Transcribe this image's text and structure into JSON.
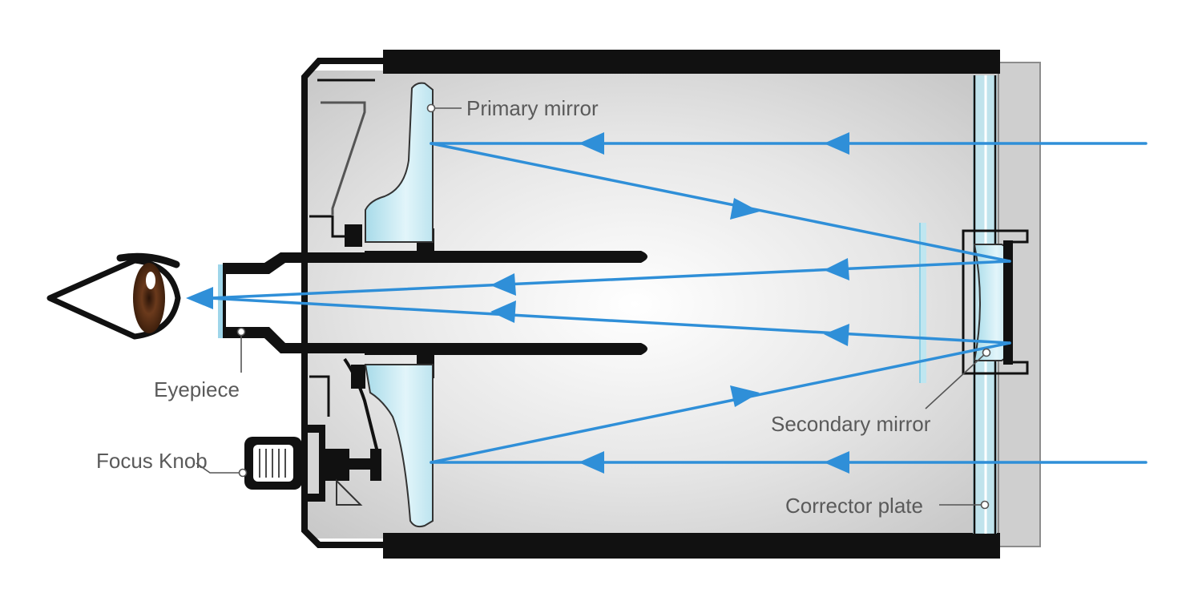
{
  "labels": {
    "primary_mirror": "Primary mirror",
    "secondary_mirror": "Secondary mirror",
    "corrector_plate": "Corrector plate",
    "eyepiece": "Eyepiece",
    "focus_knob": "Focus Knob"
  },
  "colors": {
    "light_ray": "#2f8fd8",
    "glass": "#bfe6f0",
    "tube_wall": "#111111",
    "tube_interior": "#d9d9d9",
    "label_text": "#5a5a5a"
  },
  "icons": [
    "eye-icon"
  ]
}
